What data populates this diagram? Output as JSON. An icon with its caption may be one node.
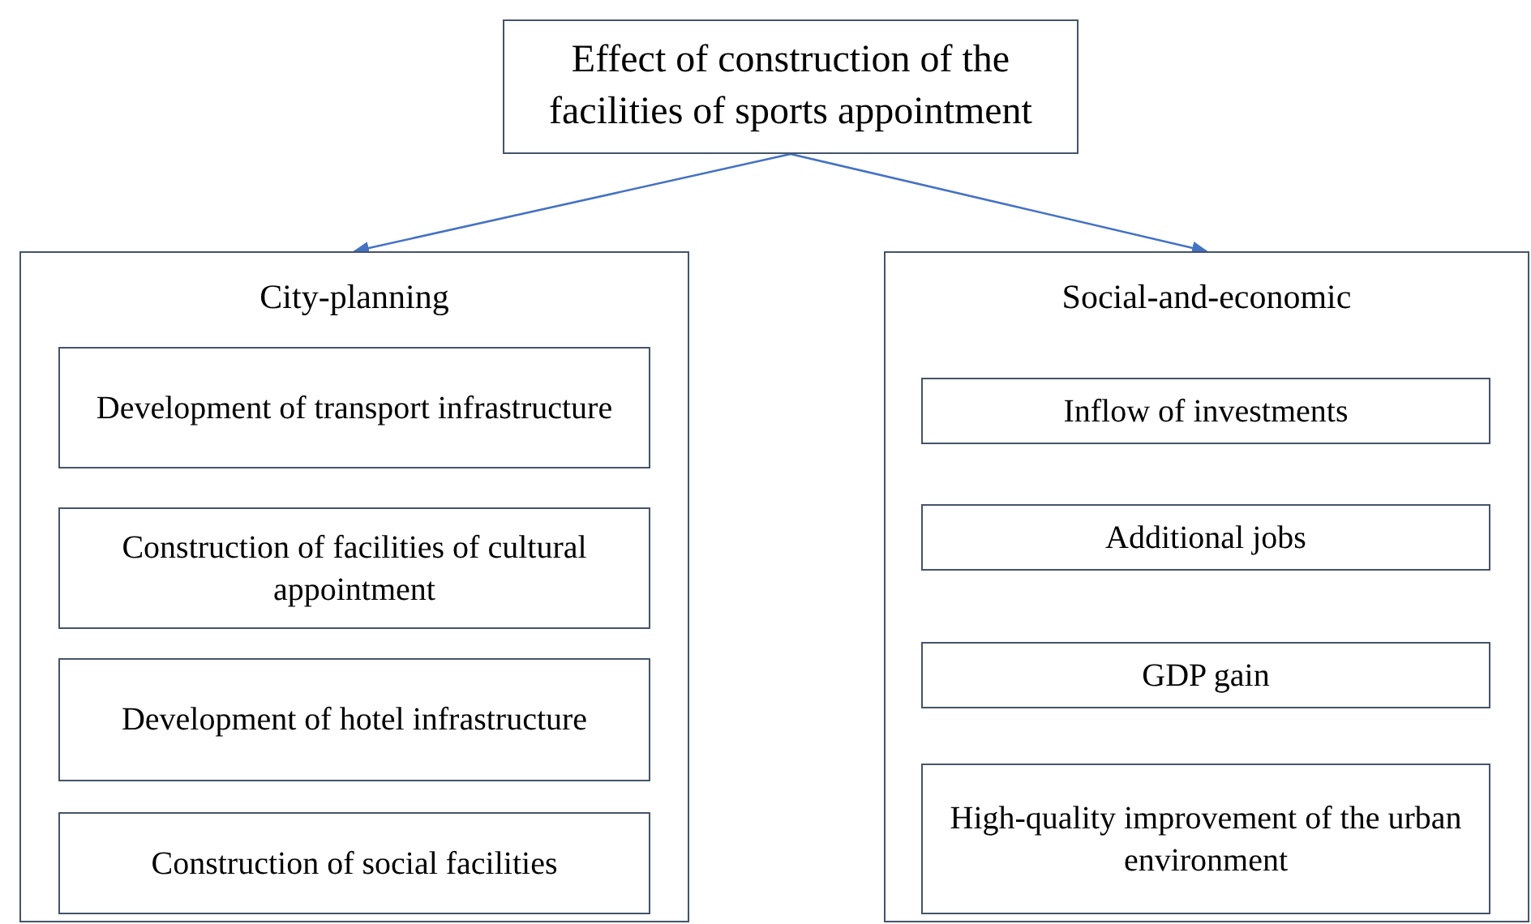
{
  "diagram": {
    "nodes": [
      {
        "text": [
          "Effect of construction of the facilities of sports appointment"
        ]
      },
      {
        "text": [
          "City-planning"
        ]
      },
      {
        "text": [
          "Development of transport infrastructure"
        ],
        "in": 1
      },
      {
        "text": [
          "Construction of facilities of cultural appointment"
        ],
        "in": 1
      },
      {
        "text": [
          "Development of hotel infrastructure"
        ],
        "in": 1
      },
      {
        "text": [
          "Construction of social facilities"
        ],
        "in": 1
      },
      {
        "text": [
          "Social-and-economic"
        ]
      },
      {
        "text": [
          "Inflow of investments"
        ],
        "in": 6
      },
      {
        "text": [
          "Additional jobs"
        ],
        "in": 6
      },
      {
        "text": [
          "GDP gain"
        ],
        "in": 6
      },
      {
        "text": [
          "High-quality improvement of the urban environment"
        ],
        "in": 6
      }
    ],
    "edges": [
      {
        "from": 0,
        "to": 1,
        "arrow": "to"
      },
      {
        "from": 0,
        "to": 6,
        "arrow": "to"
      }
    ]
  }
}
